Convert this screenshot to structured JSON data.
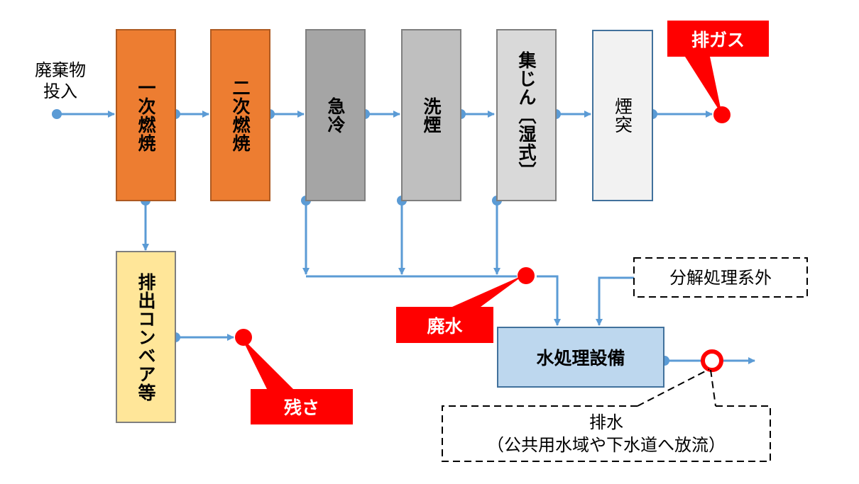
{
  "title": "廃棄物焼却処理フロー",
  "input_label": {
    "line1": "廃棄物",
    "line2": "投入"
  },
  "process_boxes": [
    {
      "id": "primary-combustion",
      "label": "一次燃焼",
      "fill": "#ED7D31",
      "stroke": "#AE5A21"
    },
    {
      "id": "secondary-combustion",
      "label": "二次燃焼",
      "fill": "#ED7D31",
      "stroke": "#AE5A21"
    },
    {
      "id": "quench",
      "label": "急冷",
      "fill": "#A5A5A5",
      "stroke": "#7F7F7F"
    },
    {
      "id": "scrubber",
      "label": "洗煙",
      "fill": "#BFBFBF",
      "stroke": "#7F7F7F"
    },
    {
      "id": "wet-dust-collector",
      "label": "集じん︹湿式︺",
      "fill": "#D9D9D9",
      "stroke": "#7F7F7F"
    },
    {
      "id": "chimney",
      "label": "煙突",
      "fill": "#F2F2F2",
      "stroke": "#41719C"
    }
  ],
  "conveyor_box": {
    "label": "排出コンベア等",
    "fill": "#FFE699",
    "stroke": "#7F7F7F"
  },
  "water_treatment_box": {
    "label": "水処理設備",
    "fill": "#BDD7EE",
    "stroke": "#41719C"
  },
  "external_box": {
    "label": "分解処理系外"
  },
  "discharge_note": {
    "line1": "排水",
    "line2": "（公共用水域や下水道へ放流）"
  },
  "callouts": {
    "exhaust_gas": "排ガス",
    "residue": "残さ",
    "waste_water": "廃水"
  },
  "colors": {
    "flow_line": "#5B9BD5",
    "callout_red": "#FF0000",
    "dashed": "#000000"
  }
}
